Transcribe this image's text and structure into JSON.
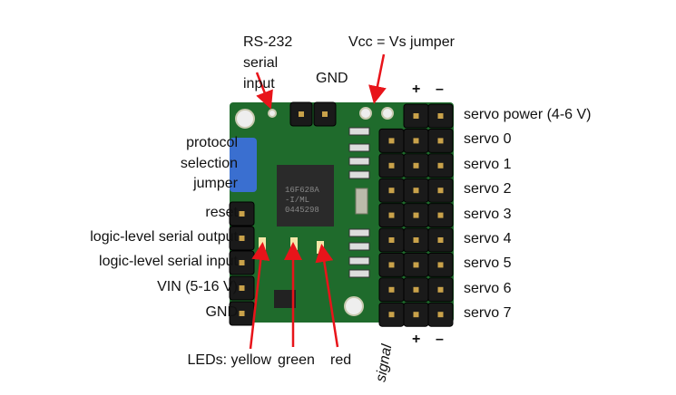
{
  "top_labels": {
    "rs232": [
      "RS-232",
      "serial",
      "input"
    ],
    "gnd": "GND",
    "vcc_jumper": "Vcc = Vs jumper",
    "plus": "+",
    "minus": "–"
  },
  "left_labels": {
    "protocol": [
      "protocol",
      "selection",
      "jumper"
    ],
    "pins": [
      "reset",
      "logic-level serial output",
      "logic-level serial input",
      "VIN (5-16 V)",
      "GND"
    ]
  },
  "right_labels": [
    "servo power (4-6 V)",
    "servo 0",
    "servo 1",
    "servo 2",
    "servo 3",
    "servo 4",
    "servo 5",
    "servo 6",
    "servo 7"
  ],
  "bottom_labels": {
    "leds": "LEDs: yellow",
    "green": "green",
    "red": "red",
    "signal": "signal",
    "plus": "+",
    "minus": "–"
  },
  "chip_text": [
    "16F628A",
    "-I/ML",
    "0445298"
  ],
  "colors": {
    "arrow": "#e8141a",
    "board": "#1f6b2c",
    "jumper": "#3a6fd0"
  }
}
